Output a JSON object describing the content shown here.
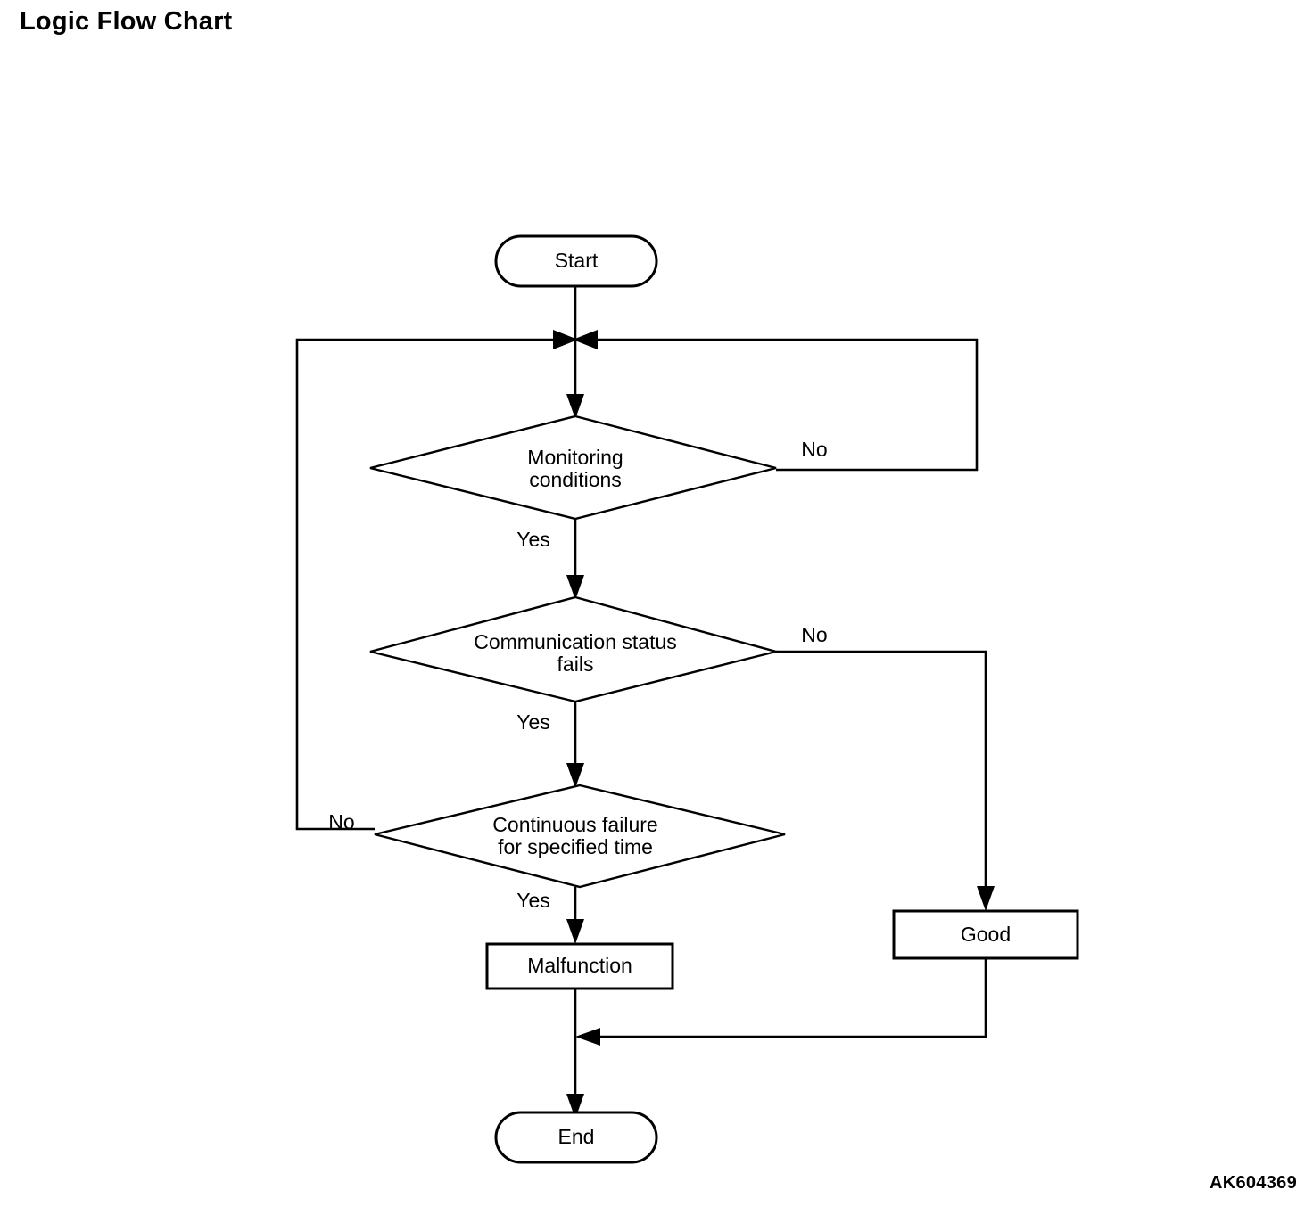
{
  "page": {
    "title": "Logic Flow Chart",
    "reference_code": "AK604369",
    "background_color": "#ffffff",
    "line_color": "#000000"
  },
  "chart_data": {
    "type": "diagram",
    "diagram_type": "flowchart",
    "title": "Logic Flow Chart",
    "nodes": [
      {
        "id": "start",
        "shape": "terminator",
        "label": "Start"
      },
      {
        "id": "monitoring",
        "shape": "decision",
        "label": "Monitoring conditions",
        "line1": "Monitoring",
        "line2": "conditions"
      },
      {
        "id": "comm_status",
        "shape": "decision",
        "label": "Communication status fails",
        "line1": "Communication status",
        "line2": "fails"
      },
      {
        "id": "continuous",
        "shape": "decision",
        "label": "Continuous failure for specified time",
        "line1": "Continuous failure",
        "line2": "for specified time"
      },
      {
        "id": "malfunction",
        "shape": "process",
        "label": "Malfunction"
      },
      {
        "id": "good",
        "shape": "process",
        "label": "Good"
      },
      {
        "id": "end",
        "shape": "terminator",
        "label": "End"
      }
    ],
    "edges": [
      {
        "from": "start",
        "to": "monitoring",
        "label": ""
      },
      {
        "from": "monitoring",
        "to": "comm_status",
        "label": "Yes"
      },
      {
        "from": "monitoring",
        "to": "merge_top",
        "label": "No"
      },
      {
        "from": "comm_status",
        "to": "continuous",
        "label": "Yes"
      },
      {
        "from": "comm_status",
        "to": "good",
        "label": "No"
      },
      {
        "from": "continuous",
        "to": "malfunction",
        "label": "Yes"
      },
      {
        "from": "continuous",
        "to": "merge_top",
        "label": "No"
      },
      {
        "from": "malfunction",
        "to": "end",
        "label": ""
      },
      {
        "from": "good",
        "to": "end",
        "label": ""
      }
    ],
    "edge_labels": {
      "monitoring_yes": "Yes",
      "monitoring_no": "No",
      "comm_yes": "Yes",
      "comm_no": "No",
      "continuous_yes": "Yes",
      "continuous_no": "No"
    }
  }
}
